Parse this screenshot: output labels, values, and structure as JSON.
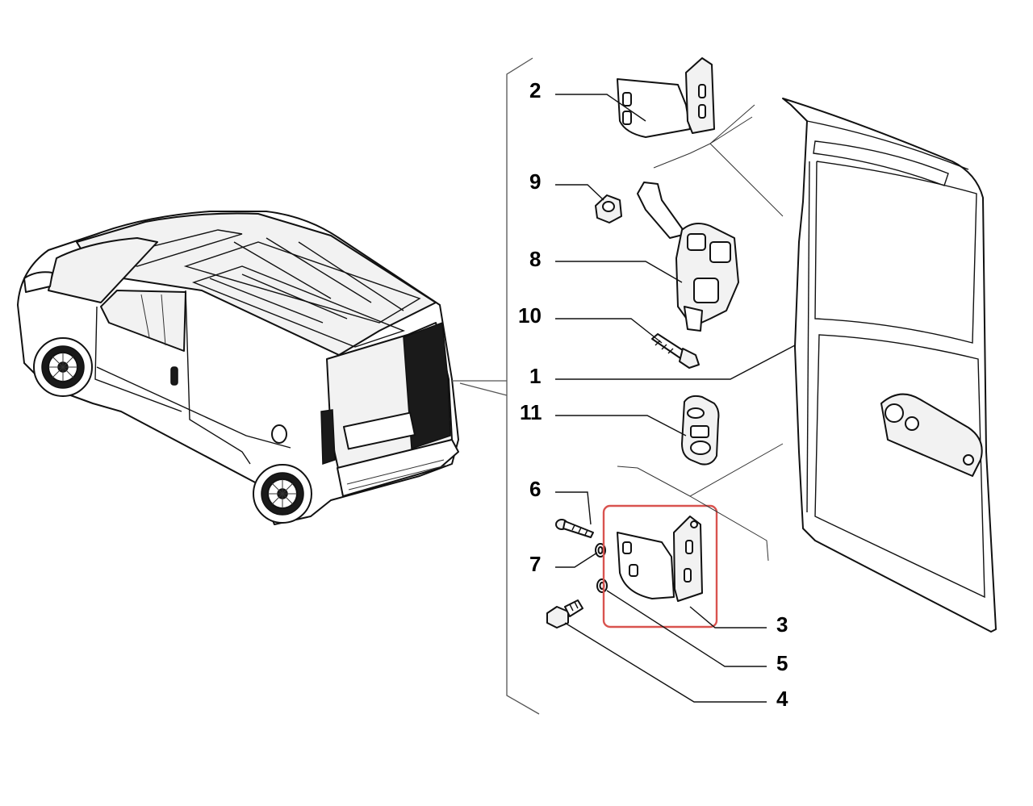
{
  "callouts": {
    "c1": "1",
    "c2": "2",
    "c3": "3",
    "c4": "4",
    "c5": "5",
    "c6": "6",
    "c7": "7",
    "c8": "8",
    "c9": "9",
    "c10": "10",
    "c11": "11"
  },
  "highlight_color": "#d9534f"
}
